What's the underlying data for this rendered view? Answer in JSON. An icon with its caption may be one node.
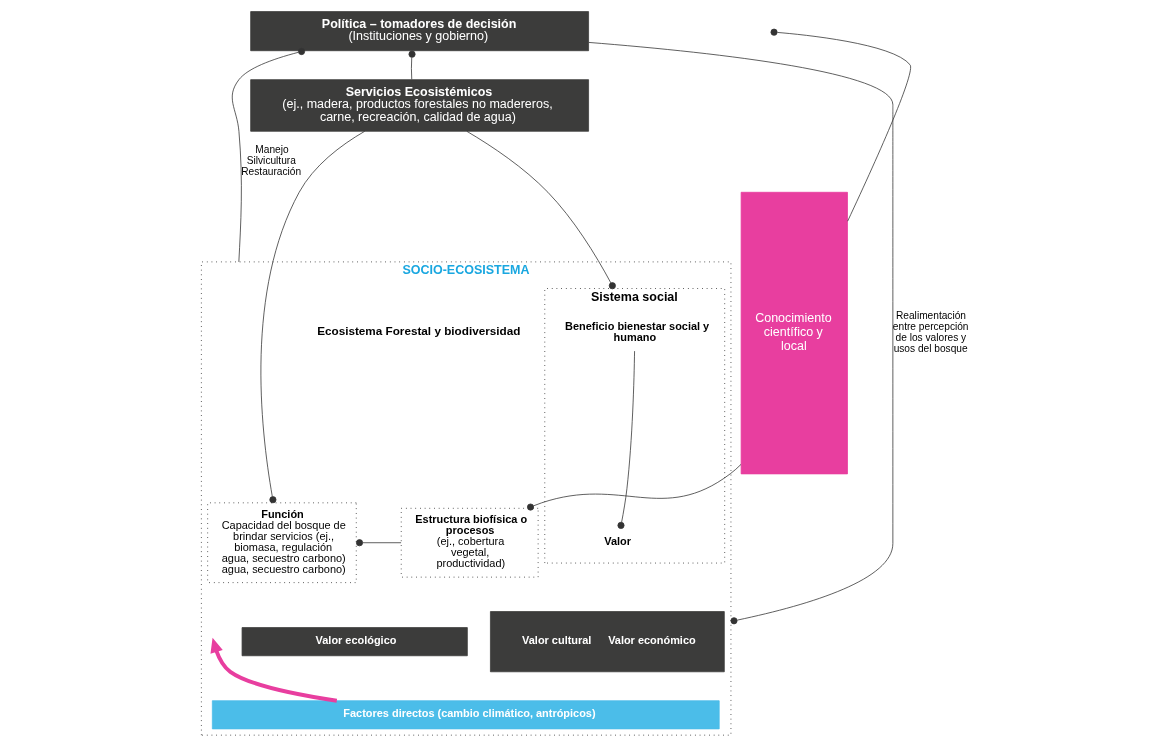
{
  "diagram": {
    "nodes": [
      {
        "text": [
          "Conocimiento científico y local"
        ]
      },
      {
        "text": [
          "Política – tomadores de decisión",
          "(Instituciones y gobierno)"
        ]
      },
      {
        "text": [
          "Servicios Ecosistémicos",
          "(ej., madera, productos forestales no madereros, carne, recreación, calidad de agua)"
        ]
      },
      {
        "text": [
          "SOCIO-ECOSISTEMA"
        ]
      },
      {
        "text": [
          "Estructura biofísica o procesos",
          "(ej., cobertura vegetal, productividad)"
        ],
        "in": 3
      },
      {
        "text": [
          "Función",
          "Capacidad del bosque de brindar servicios (ej., biomasa, regulación agua, secuestro carbono) agua, secuestro carbono)"
        ],
        "in": 3
      },
      {
        "text": [
          "Sistema social"
        ],
        "in": 3
      },
      {
        "text": [
          "Beneficio bienestar social y humano"
        ],
        "in": 6
      },
      {
        "text": [
          "Valor"
        ],
        "in": 6
      },
      {
        "text": [
          "Valor ecológico"
        ],
        "in": 3
      },
      {
        "text": [
          "Valor cultural",
          "Valor económico"
        ],
        "in": 3
      },
      {
        "text": [
          "Factores directos (cambio climático, antrópicos)"
        ],
        "in": 3
      }
    ],
    "edges": [
      {
        "from": 0,
        "to": null,
        "arrow": "other"
      },
      {
        "from": 0,
        "to": 4,
        "arrow": "other"
      },
      {
        "from": 2,
        "to": 1,
        "arrow": "other"
      },
      {
        "from": 3,
        "to": 1,
        "arrow": "other",
        "label": "Manejo Silvicultura Restauración"
      },
      {
        "from": 1,
        "to": 3,
        "arrow": "other",
        "label": "Realimentación entre percepción de los valores y usos del bosque"
      },
      {
        "from": 2,
        "to": 5,
        "arrow": "other"
      },
      {
        "from": 2,
        "to": 6,
        "arrow": "other"
      },
      {
        "from": 4,
        "to": 5,
        "arrow": "other"
      },
      {
        "from": 7,
        "to": 8,
        "arrow": "other"
      },
      {
        "from": 11,
        "to": null,
        "arrow": "to",
        "style": "thick",
        "color": "#e83e9f"
      }
    ],
    "labels": [
      "Ecosistema Forestal y biodiversidad"
    ]
  }
}
